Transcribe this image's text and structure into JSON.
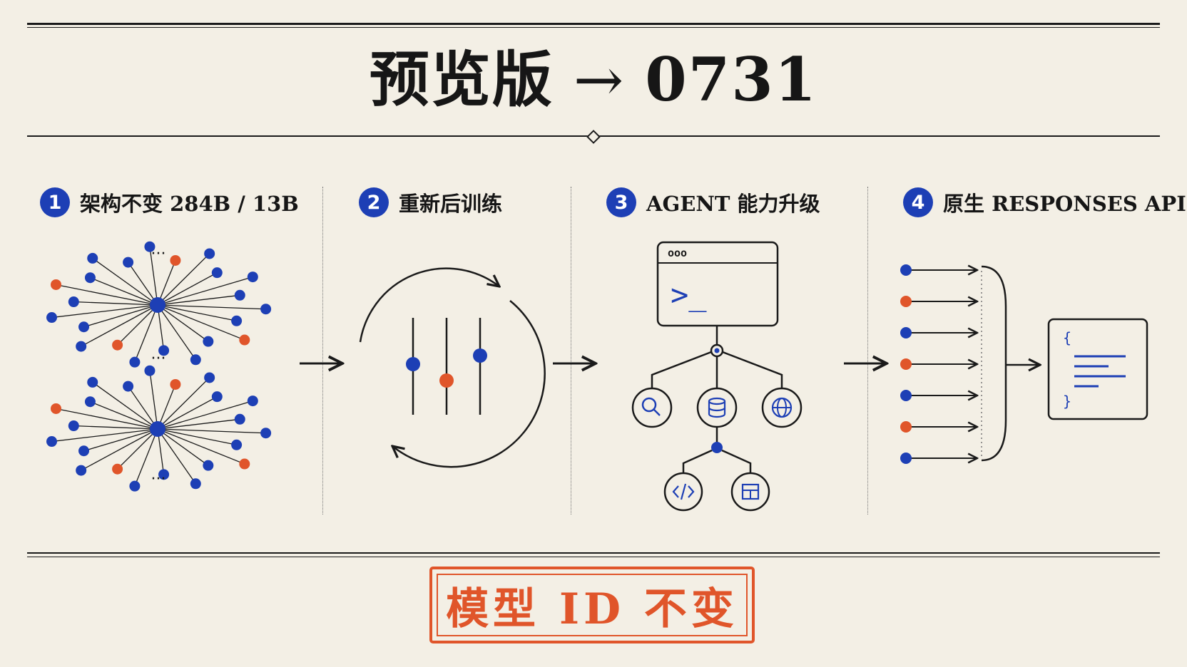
{
  "title": {
    "left": "预览版",
    "arrow": "→",
    "right": "0731"
  },
  "sections": [
    {
      "number": "1",
      "label": "架构不变 284B / 13B"
    },
    {
      "number": "2",
      "label": "重新后训练"
    },
    {
      "number": "3",
      "label": "AGENT 能力升级"
    },
    {
      "number": "4",
      "label": "原生 RESPONSES API"
    }
  ],
  "network": {
    "ellipsis": "···"
  },
  "terminal": {
    "dots": "ooo",
    "prompt": ">_"
  },
  "tools": [
    "search-icon",
    "database-icon",
    "globe-icon",
    "code-icon",
    "table-icon"
  ],
  "json_card": {
    "open": "{",
    "close": "}"
  },
  "footer": {
    "stamp": "模型 ID 不变"
  },
  "colors": {
    "blue": "#1d3fb5",
    "orange": "#e0552a",
    "ink": "#1a1a1a",
    "paper": "#f3efe5"
  }
}
